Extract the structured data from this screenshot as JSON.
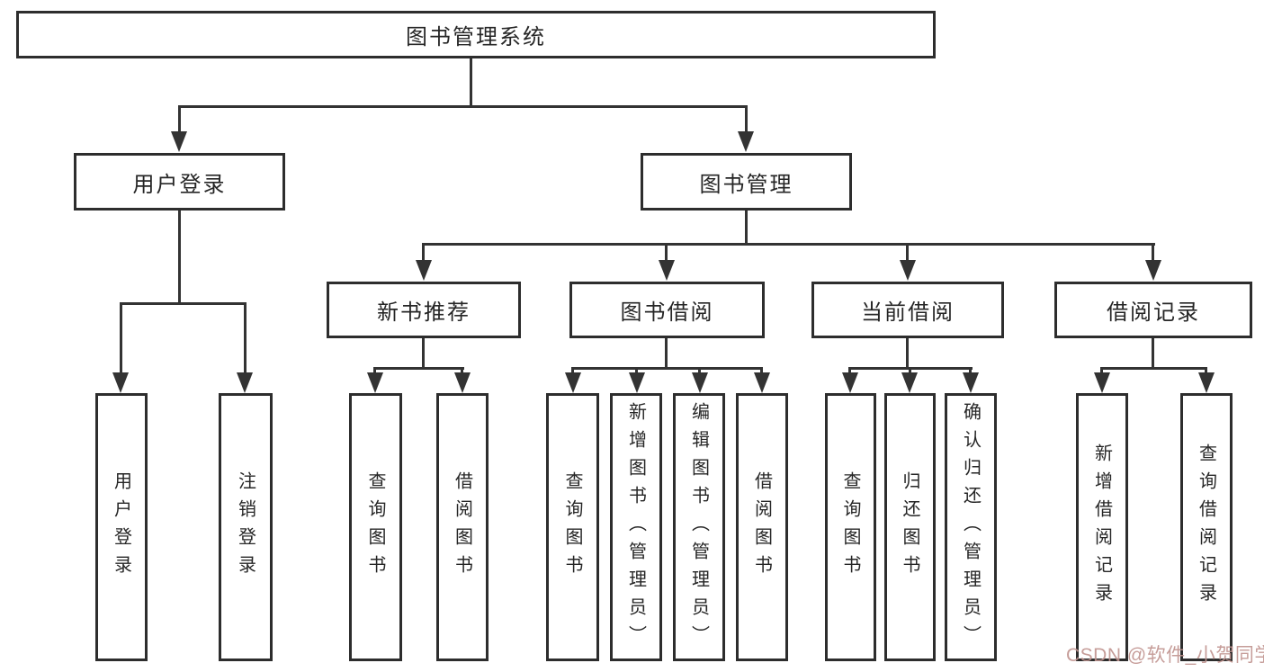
{
  "diagram": {
    "root": {
      "label": "图书管理系统"
    },
    "level2": {
      "userLogin": {
        "label": "用户登录"
      },
      "bookMgmt": {
        "label": "图书管理"
      }
    },
    "level3": {
      "newBook": {
        "label": "新书推荐"
      },
      "bookBorrow": {
        "label": "图书借阅"
      },
      "currentBorrow": {
        "label": "当前借阅"
      },
      "borrowRecord": {
        "label": "借阅记录"
      }
    },
    "leaves": {
      "userLoginLeaf": {
        "label": "用户登录"
      },
      "logoutLeaf": {
        "label": "注销登录"
      },
      "newBookQuery": {
        "label": "查询图书"
      },
      "newBookBorrow": {
        "label": "借阅图书"
      },
      "borrowQuery": {
        "label": "查询图书"
      },
      "borrowAdd": {
        "label": "新增图书（管理员）"
      },
      "borrowEdit": {
        "label": "编辑图书（管理员）"
      },
      "borrowBorrow": {
        "label": "借阅图书"
      },
      "currentQuery": {
        "label": "查询图书"
      },
      "currentReturn": {
        "label": "归还图书"
      },
      "currentConfirm": {
        "label": "确认归还（管理员）"
      },
      "recordAdd": {
        "label": "新增借阅记录"
      },
      "recordQuery": {
        "label": "查询借阅记录"
      }
    },
    "watermark": "CSDN @软件_小贺同学",
    "colors": {
      "line": "#333333",
      "border": "#2d2d2d",
      "text": "#262626",
      "background": "#ffffff",
      "watermark": "#c0938f"
    }
  }
}
